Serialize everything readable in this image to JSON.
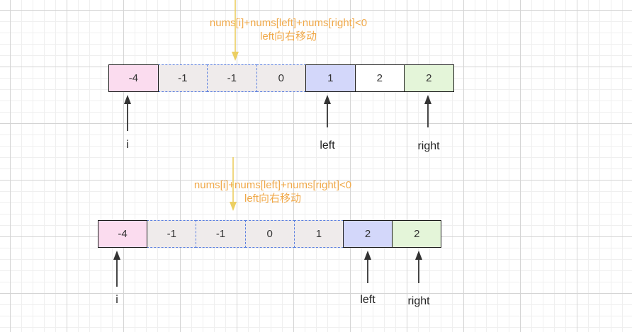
{
  "colors": {
    "i_cell": "#fbdcef",
    "excluded_cell": "#efebeb",
    "left_cell": "#d3d7fa",
    "right_cell": "#e4f5d9",
    "plain_cell": "#ffffff",
    "condition_text": "#f0a94a",
    "condition_arrow": "#eccf62",
    "pointer_arrow": "#333333"
  },
  "steps": [
    {
      "condition": {
        "line1": "nums[i]+nums[left]+nums[right]<0",
        "line2": "left向右移动"
      },
      "cells": [
        {
          "value": "-4",
          "role": "i"
        },
        {
          "value": "-1",
          "role": "excluded"
        },
        {
          "value": "-1",
          "role": "excluded"
        },
        {
          "value": "0",
          "role": "excluded"
        },
        {
          "value": "1",
          "role": "left"
        },
        {
          "value": "2",
          "role": "plain"
        },
        {
          "value": "2",
          "role": "right"
        }
      ],
      "pointers": [
        {
          "label": "i",
          "index": 0
        },
        {
          "label": "left",
          "index": 4
        },
        {
          "label": "right",
          "index": 6
        }
      ]
    },
    {
      "condition": {
        "line1": "nums[i]+nums[left]+nums[right]<0",
        "line2": "left向右移动"
      },
      "cells": [
        {
          "value": "-4",
          "role": "i"
        },
        {
          "value": "-1",
          "role": "excluded"
        },
        {
          "value": "-1",
          "role": "excluded"
        },
        {
          "value": "0",
          "role": "excluded"
        },
        {
          "value": "1",
          "role": "excluded"
        },
        {
          "value": "2",
          "role": "left"
        },
        {
          "value": "2",
          "role": "right"
        }
      ],
      "pointers": [
        {
          "label": "i",
          "index": 0
        },
        {
          "label": "left",
          "index": 5
        },
        {
          "label": "right",
          "index": 6
        }
      ]
    }
  ]
}
